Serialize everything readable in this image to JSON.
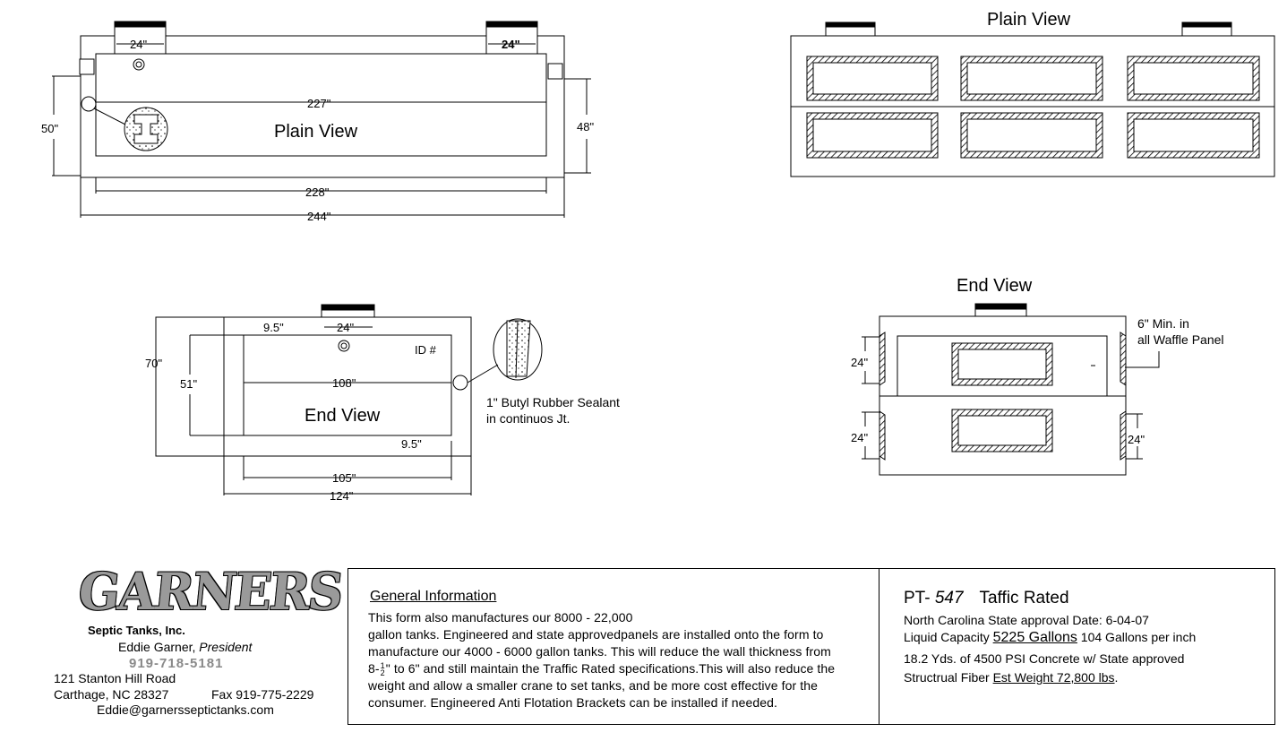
{
  "side_plain": {
    "title": "Plain View",
    "dim_riser_left": "24\"",
    "dim_riser_right": "24\"",
    "dim_227": "227\"",
    "dim_228": "228\"",
    "dim_244": "244\"",
    "dim_50": "50\"",
    "dim_48": "48\""
  },
  "top_plain": {
    "title": "Plain View"
  },
  "end_view": {
    "title": "End View",
    "dim_9_5_top": "9.5\"",
    "dim_9_5_bottom": "9.5\"",
    "dim_riser": "24\"",
    "dim_108": "108\"",
    "dim_105": "105\"",
    "dim_124": "124\"",
    "dim_70": "70\"",
    "dim_51": "51\"",
    "id_label": "ID #",
    "sealant_line1": "1\" Butyl Rubber Sealant",
    "sealant_line2": "in continuos Jt."
  },
  "end_view_section": {
    "title": "End View",
    "note_line1": "6\" Min. in",
    "note_line2": "all Waffle Panel",
    "dim_left_top": "24\"",
    "dim_left_bottom": "24\"",
    "dim_right_bottom": "24\""
  },
  "logo": {
    "brand": "GARNERS",
    "subtitle": "Septic Tanks, Inc.",
    "owner_name": "Eddie Garner, ",
    "owner_title": "President",
    "phone": "919-718-5181",
    "address_line1": "121 Stanton Hill Road",
    "address_line2": "Carthage, NC 28327",
    "fax": "Fax 919-775-2229",
    "email": "Eddie@garnersseptictanks.com"
  },
  "general_info": {
    "title": "General Information",
    "line1": "This form also manufactures our 8000 - 22,000",
    "line2": "gallon tanks. Engineered and state approvedpanels are installed onto the form to",
    "line3": "manufacture our 4000 - 6000 gallon tanks. This will reduce the wall thickness from",
    "frac_whole": "8-",
    "frac_num": "1",
    "frac_den": "2",
    "line4_rest": "\" to 6\" and still maintain the Traffic Rated specifications.This will also reduce the",
    "line5": "weight and allow a smaller crane to set tanks, and be more cost effective for the",
    "line6": "consumer. Engineered Anti Flotation Brackets can be installed if needed."
  },
  "spec": {
    "pt_prefix": "PT- ",
    "pt_number": "547",
    "rating": "Taffic Rated",
    "approval": "North Carolina State approval Date: 6-04-07",
    "capacity_label": "Liquid Capacity ",
    "capacity_value": "5225 Gallons",
    "per_inch": " 104 Gallons per inch",
    "concrete": "18.2 Yds. of 4500 PSI Concrete w/ State approved",
    "fiber_label": "Structrual Fiber ",
    "weight": "Est Weight  72,800 lbs",
    "weight_suffix": "."
  }
}
